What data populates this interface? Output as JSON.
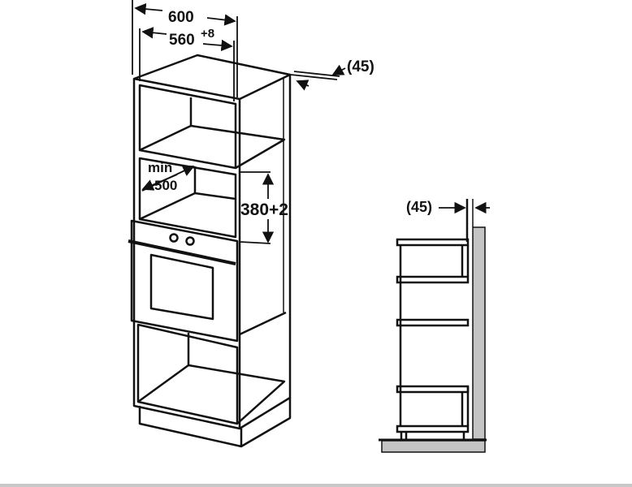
{
  "dimensions": {
    "total_width": "600",
    "niche_width": "560",
    "niche_width_tolerance": "+8",
    "rear_gap_top": "(45)",
    "min_label": "min",
    "min_depth": "500",
    "niche_height": "380+2",
    "rear_gap_side": "(45)"
  },
  "colors": {
    "line": "#111111",
    "wall": "#c4c4c4"
  }
}
